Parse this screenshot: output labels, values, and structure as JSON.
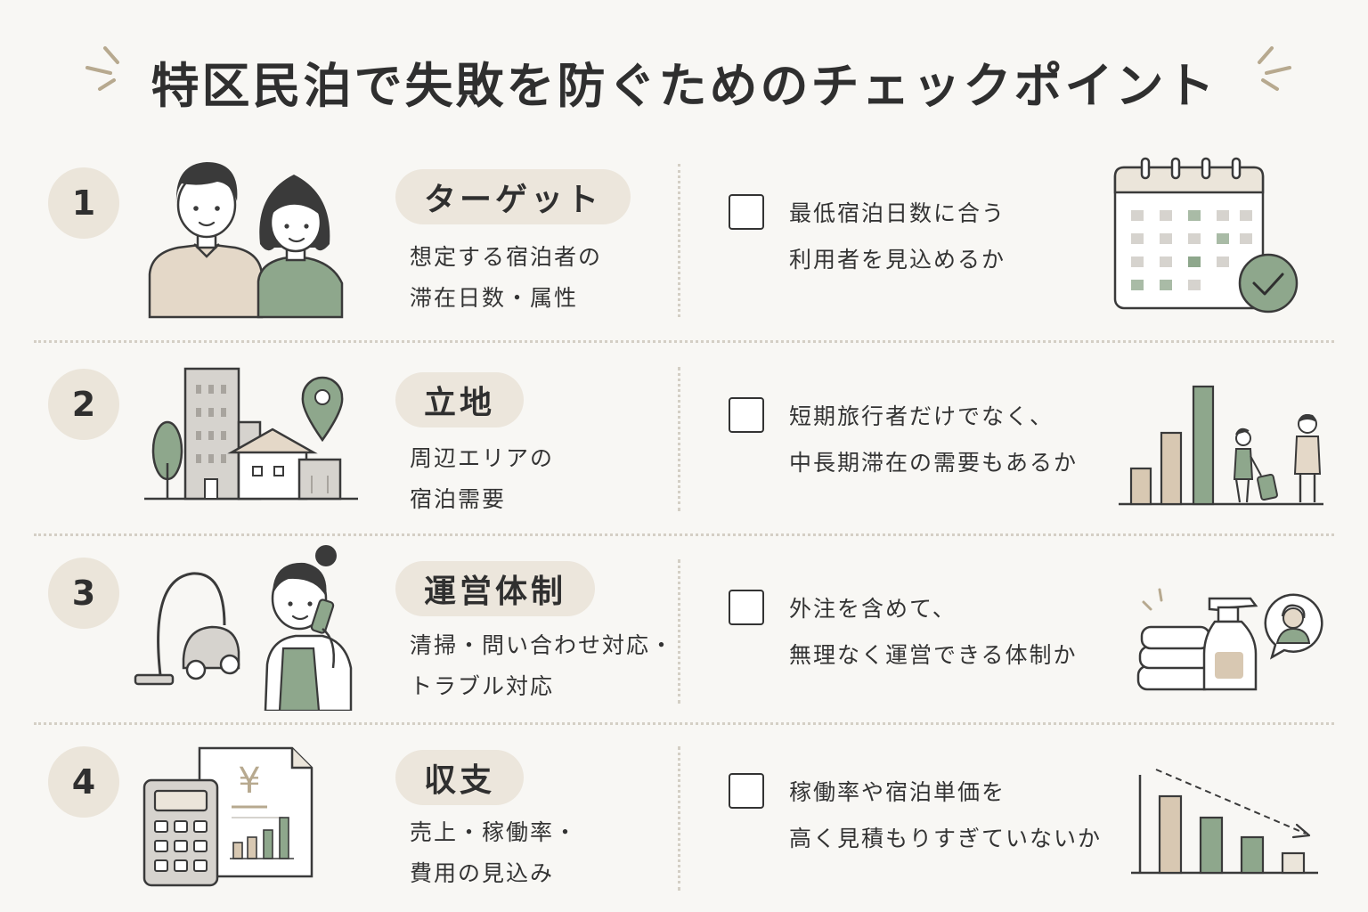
{
  "title": "特区民泊で失敗を防ぐためのチェックポイント",
  "colors": {
    "sage": "#8ea78c",
    "beige": "#e4d8c8",
    "tan": "#d8c8b2",
    "gray": "#d6d3ce",
    "line": "#3a3a3a",
    "pill_bg": "#ece6dc"
  },
  "points": [
    {
      "number": "1",
      "heading": "ターゲット",
      "desc_lines": [
        "想定する宿泊者の",
        "滞在日数・属性"
      ],
      "check_lines": [
        "最低宿泊日数に合う",
        "利用者を見込めるか"
      ],
      "left_icon": "couple-icon",
      "right_icon": "calendar-check-icon"
    },
    {
      "number": "2",
      "heading": "立地",
      "desc_lines": [
        "周辺エリアの",
        "宿泊需要"
      ],
      "check_lines": [
        "短期旅行者だけでなく、",
        "中長期滞在の需要もあるか"
      ],
      "left_icon": "city-location-icon",
      "right_icon": "bar-chart-travelers-icon"
    },
    {
      "number": "3",
      "heading": "運営体制",
      "desc_lines": [
        "清掃・問い合わせ対応・",
        "トラブル対応"
      ],
      "check_lines": [
        "外注を含めて、",
        "無理なく運営できる体制か"
      ],
      "left_icon": "cleaning-staff-icon",
      "right_icon": "towels-spray-support-icon"
    },
    {
      "number": "4",
      "heading": "収支",
      "desc_lines": [
        "売上・稼働率・",
        "費用の見込み"
      ],
      "check_lines": [
        "稼働率や宿泊単価を",
        "高く見積もりすぎていないか"
      ],
      "left_icon": "calculator-yen-icon",
      "right_icon": "declining-chart-icon"
    }
  ],
  "yen_symbol": "¥"
}
